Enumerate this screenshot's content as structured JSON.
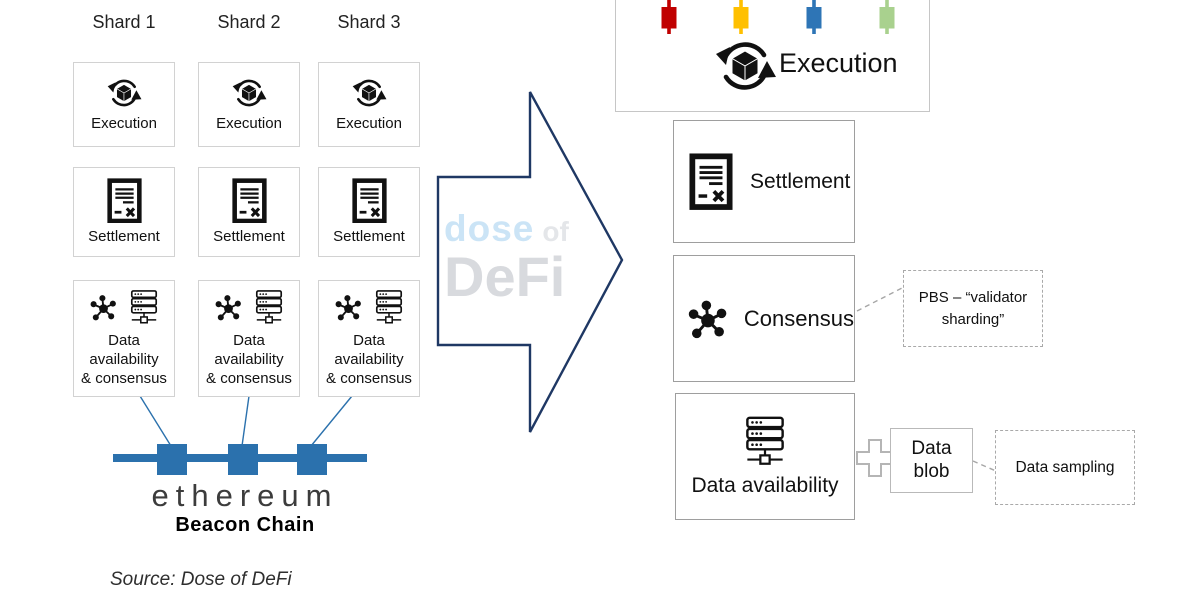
{
  "left": {
    "shard_labels": [
      "Shard 1",
      "Shard 2",
      "Shard 3"
    ],
    "execution_label": "Execution",
    "settlement_label": "Settlement",
    "data_availability_label": "Data\navailability\n& consensus"
  },
  "beacon": {
    "wordmark": "ethereum",
    "caption": "Beacon Chain"
  },
  "watermark": {
    "word1": "dose",
    "word2": "of",
    "word3": "DeFi"
  },
  "right": {
    "execution_label": "Execution",
    "settlement_label": "Settlement",
    "consensus_label": "Consensus",
    "data_availability_label": "Data availability",
    "pbs_note": "PBS – “validator\nsharding”",
    "data_blob_label": "Data\nblob",
    "data_sampling_label": "Data sampling"
  },
  "footer": {
    "source": "Source: Dose of DeFi"
  },
  "colors": {
    "beacon_blue": "#2b71ad",
    "arrow_outline": "#1f3864",
    "candle_red": "#c00000",
    "candle_yellow": "#ffc000",
    "candle_blue": "#2e75b6",
    "candle_green": "#a9d18e",
    "watermark_blue": "#cbe4f6",
    "watermark_gray": "#d8dade"
  },
  "icons": {
    "execution": "execution-cycle-icon",
    "settlement": "settlement-document-icon",
    "consensus": "consensus-network-icon",
    "data": "data-server-icon",
    "candle": "candlestick-icon",
    "plus": "plus-icon"
  }
}
